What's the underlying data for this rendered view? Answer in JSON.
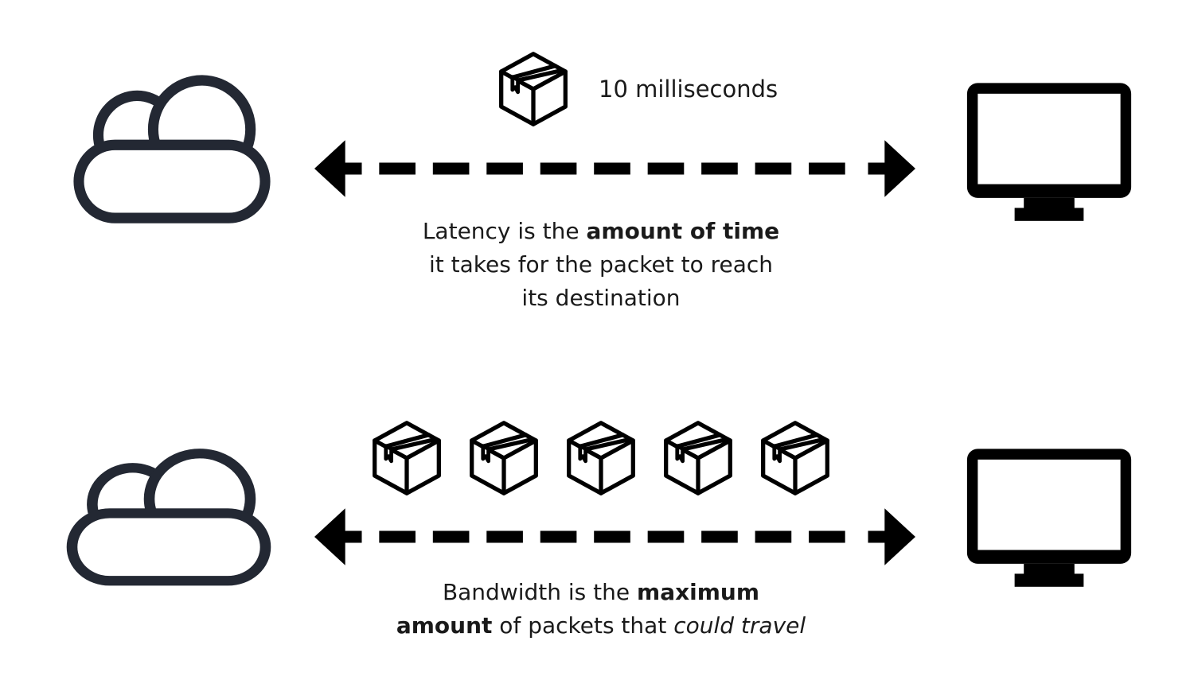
{
  "colors": {
    "background": "#ffffff",
    "ink": "#000000",
    "cloud": "#232833",
    "text": "#1a1a1a"
  },
  "latency_section": {
    "left_icon": "cloud-icon",
    "right_icon": "monitor-icon",
    "link_icon": "dashed-double-arrow-icon",
    "packet_icon": "package-icon",
    "packet_count": 1,
    "time_label": "10 milliseconds",
    "caption_runs": [
      {
        "t": "Latency is the "
      },
      {
        "t": "amount of time",
        "b": true
      },
      {
        "t": "\nit takes for the packet to reach\nits destination"
      }
    ]
  },
  "bandwidth_section": {
    "left_icon": "cloud-icon",
    "right_icon": "monitor-icon",
    "link_icon": "dashed-double-arrow-icon",
    "packet_icon": "package-icon",
    "packet_count": 5,
    "caption_runs": [
      {
        "t": "Bandwidth is the "
      },
      {
        "t": "maximum",
        "b": true
      },
      {
        "t": "\n"
      },
      {
        "t": "amount",
        "b": true
      },
      {
        "t": " of packets that "
      },
      {
        "t": "could travel",
        "i": true
      }
    ]
  }
}
